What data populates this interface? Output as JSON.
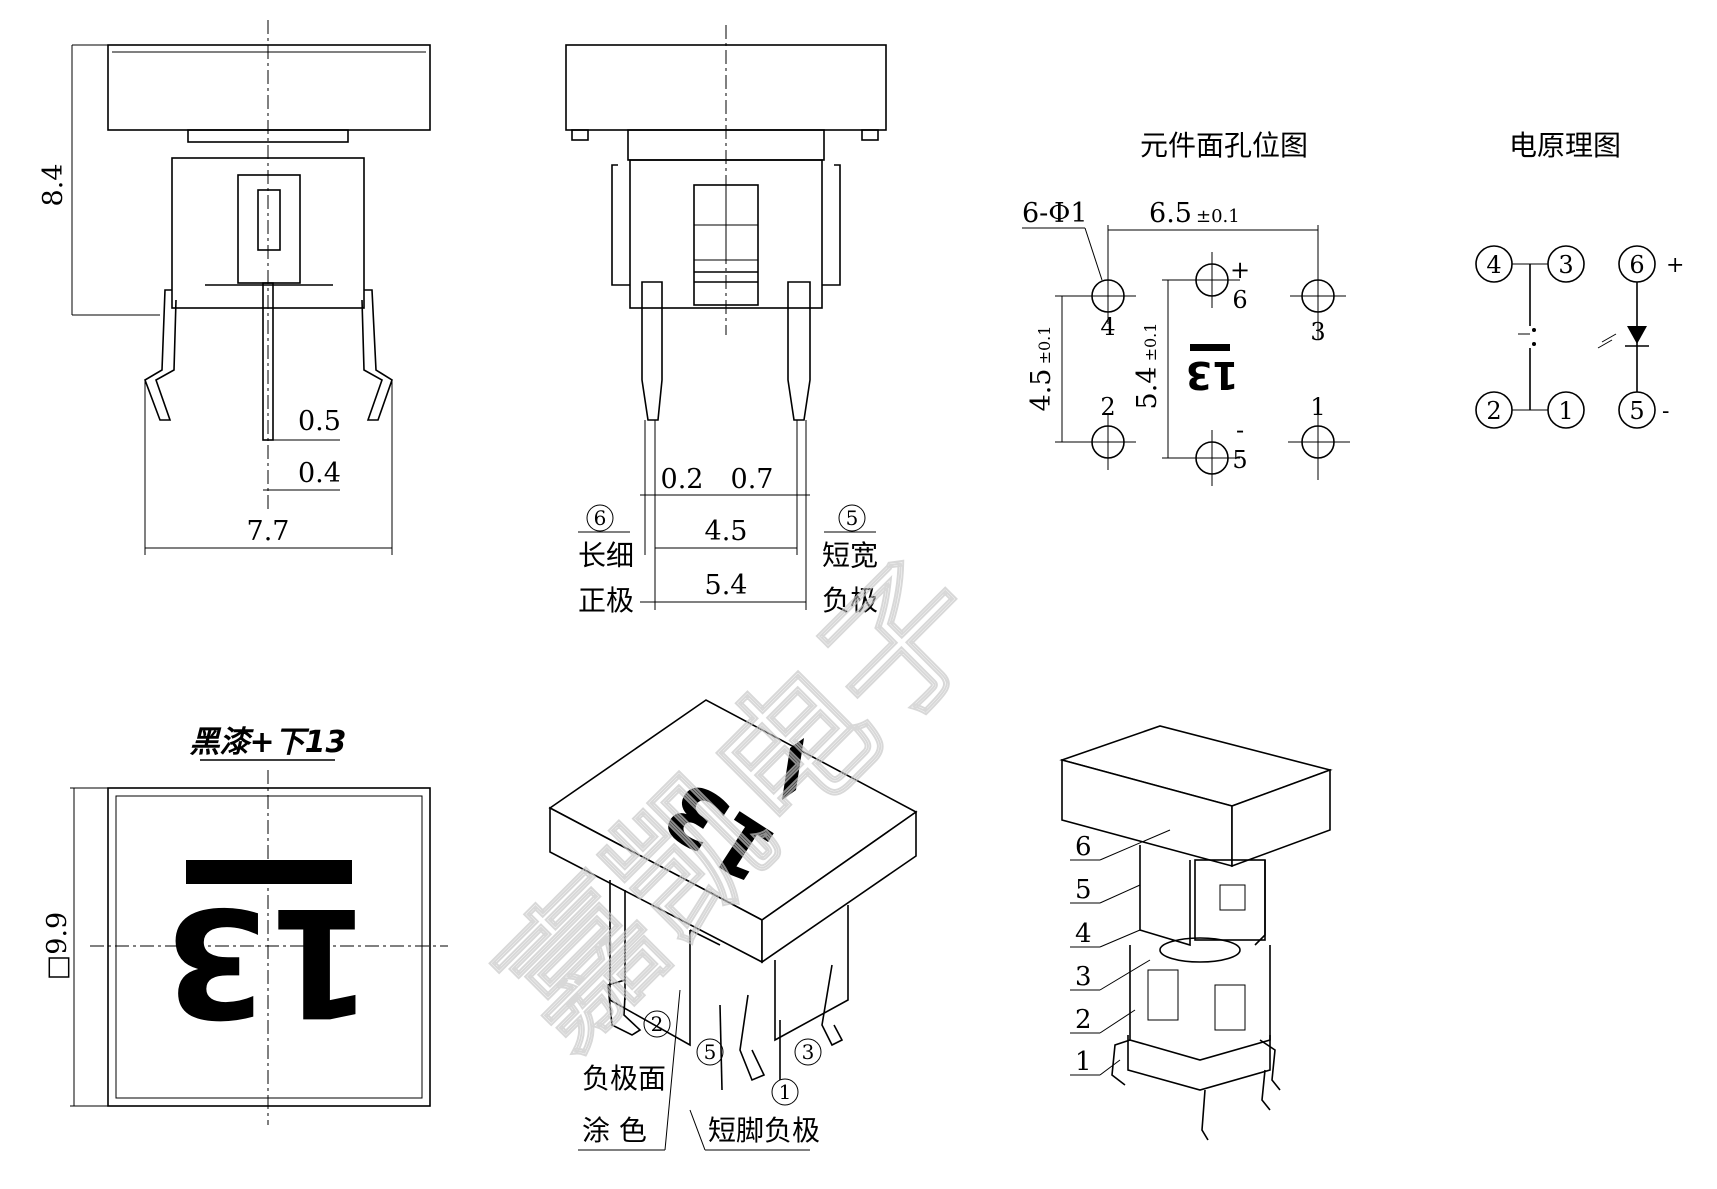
{
  "watermark": "嘉凯电子",
  "side_view": {
    "height": "8.4",
    "pin_upper": "0.5",
    "pin_lower": "0.4",
    "width": "7.7"
  },
  "front_view": {
    "dim_0_2": "0.2",
    "dim_0_7": "0.7",
    "dim_4_5": "4.5",
    "dim_5_4": "5.4",
    "pin6_num": "6",
    "pin6_line1": "长细",
    "pin6_line2": "正极",
    "pin5_num": "5",
    "pin5_line1": "短宽",
    "pin5_line2": "负极"
  },
  "hole_layout": {
    "title": "元件面孔位图",
    "hole_spec": "6-Φ1",
    "dim_x": "6.5",
    "dim_x_tol": "±0.1",
    "dim_y1": "4.5",
    "dim_y1_tol": "±0.1",
    "dim_y2": "5.4",
    "dim_y2_tol": "±0.1",
    "cap_mark": "13",
    "labels": [
      "4",
      "6",
      "3",
      "2",
      "5",
      "1"
    ],
    "plus": "+",
    "minus": "-"
  },
  "schematic": {
    "title": "电原理图",
    "nodes": [
      "4",
      "3",
      "2",
      "1",
      "6",
      "5"
    ],
    "plus": "+",
    "minus": "-"
  },
  "top_view": {
    "title": "黑漆+下13",
    "mark": "13",
    "size": "□9.9"
  },
  "iso_view": {
    "mark": "13",
    "pin2": "2",
    "pin5": "5",
    "pin3": "3",
    "pin1": "1",
    "note1_line1": "负极面",
    "note1_line2": "涂  色",
    "note2": "短脚负极"
  },
  "exploded_view": {
    "parts": [
      "6",
      "5",
      "4",
      "3",
      "2",
      "1"
    ]
  }
}
